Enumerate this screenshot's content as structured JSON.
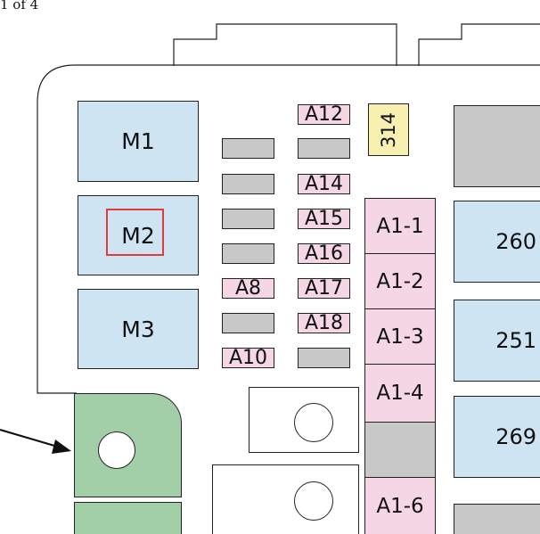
{
  "page_indicator": "1 of 4",
  "colors": {
    "relay": "#cfe4f2",
    "fuse_grey": "#c8c8c8",
    "fuse_pink": "#f4d6e5",
    "fuse_yellow": "#f7f0b0",
    "connector_green": "#a3cfa8",
    "highlight": "#e03a3a"
  },
  "relays": {
    "m1": "M1",
    "m2": "M2",
    "m3": "M3"
  },
  "fuses": {
    "a8": "A8",
    "a10": "A10",
    "a12": "A12",
    "a14": "A14",
    "a15": "A15",
    "a16": "A16",
    "a17": "A17",
    "a18": "A18",
    "f314": "314"
  },
  "strip": {
    "a1_1": "A1-1",
    "a1_2": "A1-2",
    "a1_3": "A1-3",
    "a1_4": "A1-4",
    "a1_6": "A1-6"
  },
  "right_column": {
    "r260": "260",
    "r251": "251",
    "r269": "269"
  },
  "highlighted_component": "M2"
}
